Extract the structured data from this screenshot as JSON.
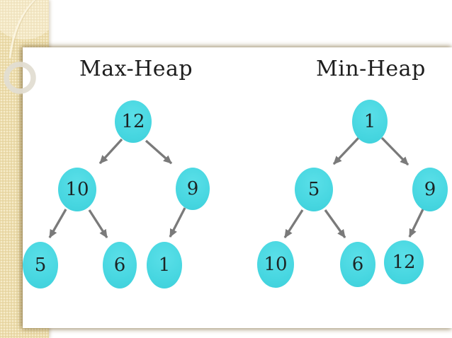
{
  "slide": {
    "max_heap": {
      "title": "Max-Heap",
      "nodes": [
        "12",
        "10",
        "9",
        "5",
        "6",
        "1"
      ],
      "levels": [
        [
          "12"
        ],
        [
          "10",
          "9"
        ],
        [
          "5",
          "6",
          "1"
        ]
      ],
      "edges": [
        [
          "12",
          "10"
        ],
        [
          "12",
          "9"
        ],
        [
          "10",
          "5"
        ],
        [
          "10",
          "6"
        ],
        [
          "9",
          "1"
        ]
      ]
    },
    "min_heap": {
      "title": "Min-Heap",
      "nodes": [
        "1",
        "5",
        "9",
        "10",
        "6",
        "12"
      ],
      "levels": [
        [
          "1"
        ],
        [
          "5",
          "9"
        ],
        [
          "10",
          "6",
          "12"
        ]
      ],
      "edges": [
        [
          "1",
          "5"
        ],
        [
          "1",
          "9"
        ],
        [
          "5",
          "10"
        ],
        [
          "5",
          "6"
        ],
        [
          "9",
          "12"
        ]
      ]
    },
    "colors": {
      "node_fill": "#46d6e0",
      "arrow": "#7a7a7a",
      "band_beige": "#ecdcab",
      "panel": "#ffffff",
      "text": "#1d1d1d"
    }
  }
}
